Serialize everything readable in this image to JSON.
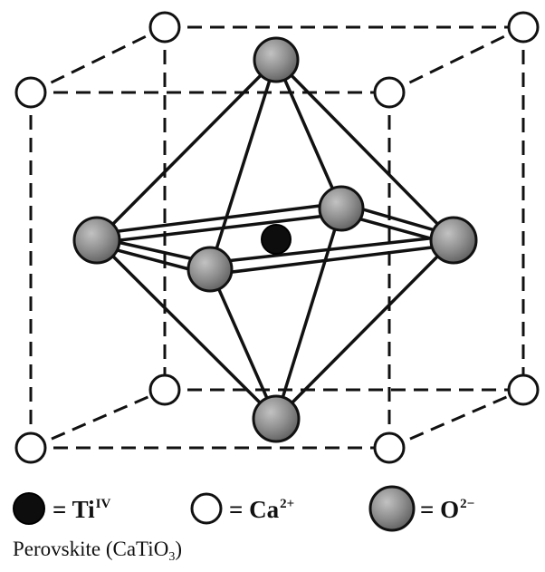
{
  "colors": {
    "line": "#111111",
    "ti_fill": "#0d0d0d",
    "ca_fill": "#ffffff",
    "o_fill": "#8a8a8a"
  },
  "legend": {
    "ti": {
      "icon": "black-filled-circle",
      "prefix": "= Ti",
      "sup": "IV"
    },
    "ca": {
      "icon": "white-hollow-circle",
      "prefix": "= Ca",
      "sup": "2+"
    },
    "o": {
      "icon": "gray-shaded-circle",
      "prefix": "= O",
      "sup": "2−"
    }
  },
  "caption": {
    "text_before": "Perovskite (CaTiO",
    "subscript": "3",
    "text_after": ")"
  }
}
